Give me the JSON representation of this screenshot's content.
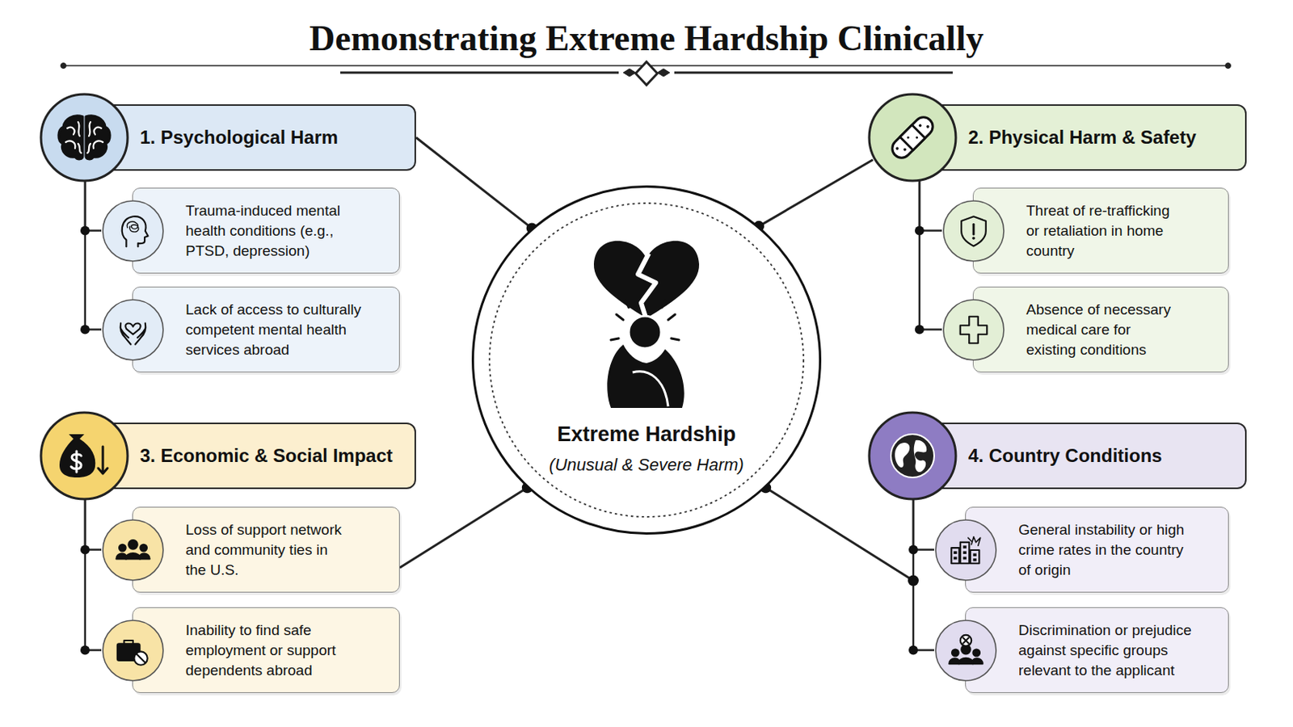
{
  "diagram": {
    "title": "Demonstrating Extreme Hardship Clinically",
    "nodes": [
      {
        "text": [
          "1. Psychological Harm"
        ]
      },
      {
        "text": [
          "Trauma-induced mental health conditions (e.g., PTSD, depression)"
        ]
      },
      {
        "text": [
          "Lack of access to culturally competent mental health services abroad"
        ]
      },
      {
        "text": [
          "2. Physical Harm & Safety"
        ]
      },
      {
        "text": [
          "Threat of re-trafficking or retaliation in home country"
        ]
      },
      {
        "text": [
          "Absence of necessary medical care for existing conditions"
        ]
      },
      {
        "text": [
          "Extreme Hardship",
          "(Unusual & Severe Harm)"
        ]
      },
      {
        "text": [
          "3. Economic & Social Impact"
        ]
      },
      {
        "text": [
          "Loss of support network and community ties in the U.S."
        ]
      },
      {
        "text": [
          "Inability to find safe employment or support dependents abroad"
        ]
      },
      {
        "text": [
          "4. Country Conditions"
        ]
      },
      {
        "text": [
          "General instability or high crime rates in the country of origin"
        ]
      },
      {
        "text": [
          "Discrimination or prejudice against specific groups relevant to the applicant"
        ]
      }
    ],
    "edges": [
      {
        "from": 0,
        "to": 6,
        "arrow": "none"
      },
      {
        "from": 3,
        "to": 6,
        "arrow": "none"
      },
      {
        "from": 8,
        "to": 6,
        "arrow": "none"
      },
      {
        "from": 6,
        "to": 11,
        "arrow": "none"
      },
      {
        "from": 0,
        "to": 1,
        "arrow": "none"
      },
      {
        "from": 0,
        "to": 2,
        "arrow": "none"
      },
      {
        "from": 3,
        "to": 4,
        "arrow": "none"
      },
      {
        "from": 3,
        "to": 5,
        "arrow": "none"
      },
      {
        "from": 7,
        "to": 8,
        "arrow": "none"
      },
      {
        "from": 7,
        "to": 9,
        "arrow": "none"
      },
      {
        "from": 10,
        "to": 11,
        "arrow": "none"
      },
      {
        "from": 10,
        "to": 12,
        "arrow": "none"
      }
    ]
  }
}
